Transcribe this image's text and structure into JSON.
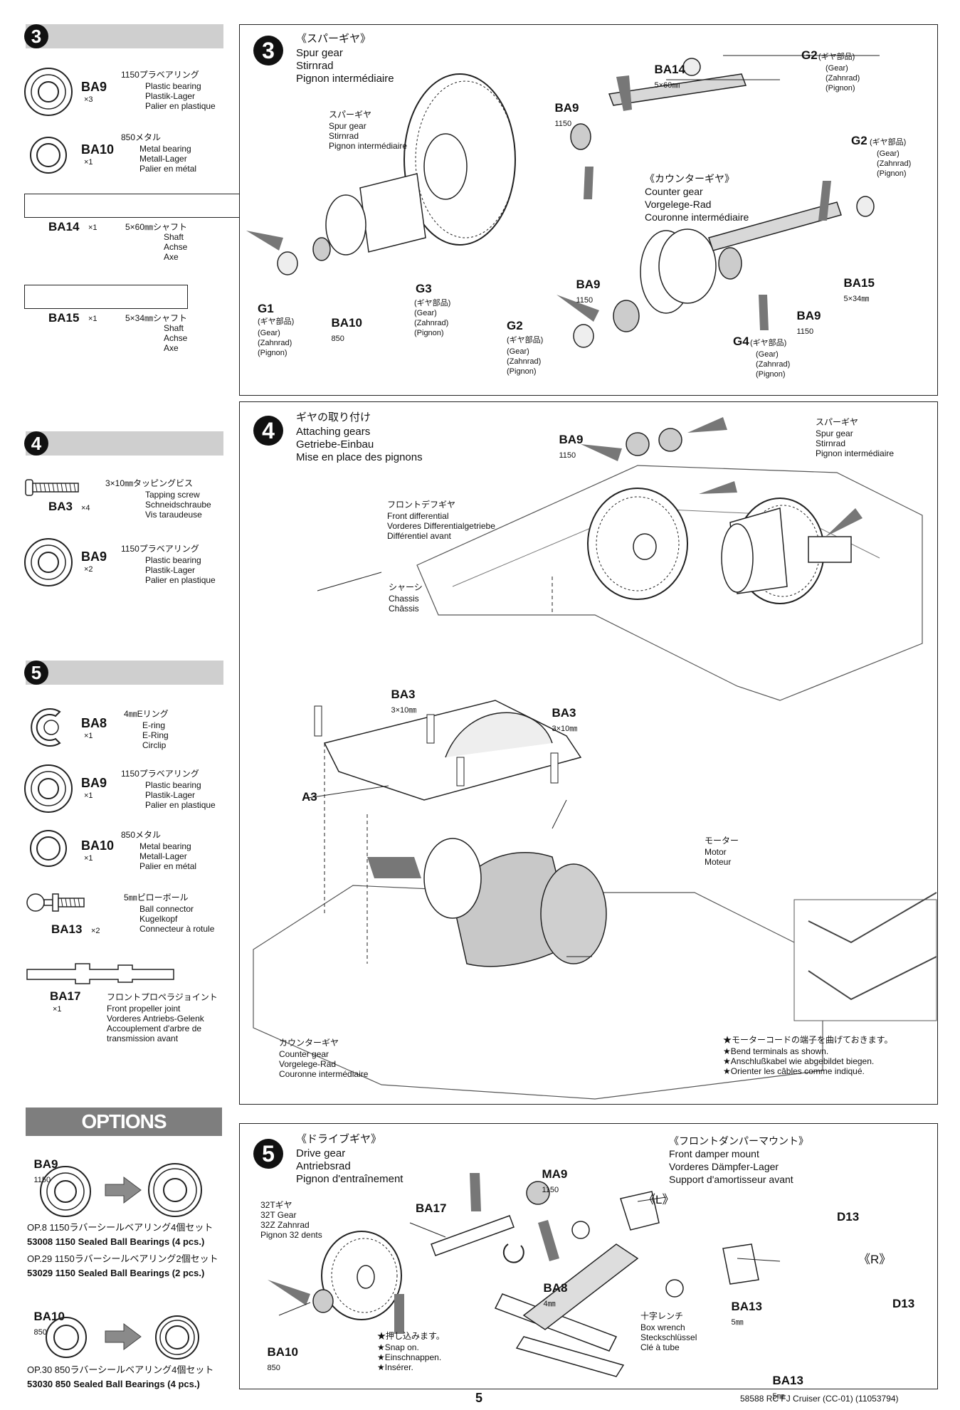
{
  "page": {
    "number": "5",
    "footer": "58588  RC FJ Cruiser (CC-01) (11053794)"
  },
  "left": {
    "s3": {
      "num": "3",
      "ba9": {
        "code": "BA9",
        "qty": "×3",
        "jp": "1150プラベアリング",
        "en": "Plastic bearing",
        "de": "Plastik-Lager",
        "fr": "Palier en plastique"
      },
      "ba10": {
        "code": "BA10",
        "qty": "×1",
        "jp": "850メタル",
        "en": "Metal bearing",
        "de": "Metall-Lager",
        "fr": "Palier en métal"
      },
      "ba14": {
        "code": "BA14",
        "qty": "×1",
        "jp": "5×60㎜シャフト",
        "en": "Shaft",
        "de": "Achse",
        "fr": "Axe"
      },
      "ba15": {
        "code": "BA15",
        "qty": "×1",
        "jp": "5×34㎜シャフト",
        "en": "Shaft",
        "de": "Achse",
        "fr": "Axe"
      }
    },
    "s4": {
      "num": "4",
      "ba3": {
        "code": "BA3",
        "qty": "×4",
        "jp": "3×10㎜タッピングビス",
        "en": "Tapping screw",
        "de": "Schneidschraube",
        "fr": "Vis taraudeuse"
      },
      "ba9": {
        "code": "BA9",
        "qty": "×2",
        "jp": "1150プラベアリング",
        "en": "Plastic bearing",
        "de": "Plastik-Lager",
        "fr": "Palier en plastique"
      }
    },
    "s5": {
      "num": "5",
      "ba8": {
        "code": "BA8",
        "qty": "×1",
        "jp": "4㎜Eリング",
        "en": "E-ring",
        "de": "E-Ring",
        "fr": "Circlip"
      },
      "ba9": {
        "code": "BA9",
        "qty": "×1",
        "jp": "1150プラベアリング",
        "en": "Plastic bearing",
        "de": "Plastik-Lager",
        "fr": "Palier en plastique"
      },
      "ba10": {
        "code": "BA10",
        "qty": "×1",
        "jp": "850メタル",
        "en": "Metal bearing",
        "de": "Metall-Lager",
        "fr": "Palier en métal"
      },
      "ba13": {
        "code": "BA13",
        "qty": "×2",
        "jp": "5㎜ピローボール",
        "en": "Ball connector",
        "de": "Kugelkopf",
        "fr": "Connecteur à rotule"
      },
      "ba17": {
        "code": "BA17",
        "qty": "×1",
        "jp": "フロントプロペラジョイント",
        "en": "Front propeller joint",
        "de": "Vorderes Antriebs-Gelenk",
        "fr": "Accouplement d'arbre de",
        "fr2": "transmission avant"
      }
    },
    "options": {
      "title": "OPTIONS",
      "ba9": {
        "code": "BA9",
        "size": "1150"
      },
      "op8_jp": "OP.8 1150ラバーシールベアリング4個セット",
      "op8_en": "53008 1150 Sealed Ball Bearings (4 pcs.)",
      "op29_jp": "OP.29 1150ラバーシールベアリング2個セット",
      "op29_en": "53029 1150 Sealed Ball Bearings (2 pcs.)",
      "ba10": {
        "code": "BA10",
        "size": "850"
      },
      "op30_jp": "OP.30 850ラバーシールベアリング4個セット",
      "op30_en": "53030 850 Sealed Ball Bearings (4 pcs.)"
    }
  },
  "step3": {
    "num": "3",
    "title_jp": "《スパーギヤ》",
    "title_en": "Spur gear",
    "title_de": "Stirnrad",
    "title_fr": "Pignon intermédiaire",
    "spur_jp": "スパーギヤ",
    "spur_en": "Spur gear",
    "spur_de": "Stirnrad",
    "spur_fr": "Pignon intermédiaire",
    "counter_jp": "《カウンターギヤ》",
    "counter_en": "Counter gear",
    "counter_de": "Vorgelege-Rad",
    "counter_fr": "Couronne intermédiaire",
    "ba14": "BA14",
    "ba14_size": "5×60㎜",
    "ba15": "BA15",
    "ba15_size": "5×34㎜",
    "ba9": "BA9",
    "s1150": "1150",
    "ba10": "BA10",
    "s850": "850",
    "g1": "G1",
    "g2": "G2",
    "g3": "G3",
    "g4": "G4",
    "gear_jp": "(ギヤ部品)",
    "gear_en": "(Gear)",
    "gear_de": "(Zahnrad)",
    "gear_fr": "(Pignon)"
  },
  "step4": {
    "num": "4",
    "title_jp": "ギヤの取り付け",
    "title_en": "Attaching gears",
    "title_de": "Getriebe-Einbau",
    "title_fr": "Mise en place des pignons",
    "ba9": "BA9",
    "s1150": "1150",
    "spur_jp": "スパーギヤ",
    "spur_en": "Spur gear",
    "spur_de": "Stirnrad",
    "spur_fr": "Pignon intermédiaire",
    "diff_jp": "フロントデフギヤ",
    "diff_en": "Front differential",
    "diff_de": "Vorderes Differentialgetriebe",
    "diff_fr": "Différentiel avant",
    "chassis_jp": "シャーシ",
    "chassis_en": "Chassis",
    "chassis_de": "Châssis",
    "ba3": "BA3",
    "ba3_size": "3×10㎜",
    "a3": "A3",
    "motor_jp": "モーター",
    "motor_en": "Motor",
    "motor_de": "Moteur",
    "counter_jp": "カウンターギヤ",
    "counter_en": "Counter gear",
    "counter_de": "Vorgelege-Rad",
    "counter_fr": "Couronne intermédiaire",
    "note_jp": "★モーターコードの端子を曲げておきます。",
    "note_en": "★Bend terminals as shown.",
    "note_de": "★Anschlußkabel wie abgebildet biegen.",
    "note_fr": "★Orienter les câbles comme indiqué."
  },
  "step5": {
    "num": "5",
    "title_jp": "《ドライブギヤ》",
    "title_en": "Drive gear",
    "title_de": "Antriebsrad",
    "title_fr": "Pignon d'entraînement",
    "gear32_jp": "32Tギヤ",
    "gear32_en": "32T Gear",
    "gear32_de": "32Z Zahnrad",
    "gear32_fr": "Pignon 32 dents",
    "ba17": "BA17",
    "ma9": "MA9",
    "s1150": "1150",
    "ba8": "BA8",
    "s4": "4㎜",
    "ba10": "BA10",
    "s850": "850",
    "snap_jp": "★押し込みます。",
    "snap_en": "★Snap on.",
    "snap_de": "★Einschnappen.",
    "snap_fr": "★Insérer.",
    "damper_jp": "《フロントダンパーマウント》",
    "damper_en": "Front damper mount",
    "damper_de": "Vorderes Dämpfer-Lager",
    "damper_fr": "Support d'amortisseur avant",
    "l": "《L》",
    "r": "《R》",
    "d13": "D13",
    "ba13": "BA13",
    "s5": "5㎜",
    "wrench_jp": "十字レンチ",
    "wrench_en": "Box wrench",
    "wrench_de": "Steckschlüssel",
    "wrench_fr": "Clé à tube"
  }
}
